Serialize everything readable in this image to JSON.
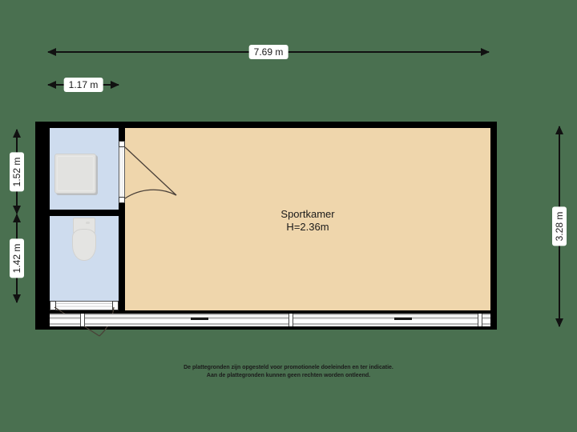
{
  "plan": {
    "background_color": "#4a7050",
    "wall_color": "#000000",
    "main_room_color": "#efd6ac",
    "wet_room_color": "#cedcee",
    "dimension_text_color": "#1a1a1a"
  },
  "dimensions": {
    "overall_width": "7.69 m",
    "bathroom_width": "1.17 m",
    "bathroom_depth": "1.52 m",
    "toilet_depth": "1.42 m",
    "overall_depth": "3.28 m"
  },
  "rooms": [
    {
      "id": "sportkamer",
      "name": "Sportkamer",
      "height_label": "H=2.36m"
    },
    {
      "id": "badkamer",
      "name": "",
      "height_label": ""
    },
    {
      "id": "toilet",
      "name": "",
      "height_label": ""
    }
  ],
  "main_room": {
    "label_line1": "Sportkamer",
    "label_line2": "H=2.36m"
  },
  "fixtures": {
    "shower": "shower-tray-icon",
    "toilet": "toilet-icon"
  },
  "doors": {
    "bathroom_door": "door-swing-icon",
    "toilet_door": "door-swing-icon"
  },
  "windows": {
    "front_glazing": "sliding-glazing-icon"
  },
  "footer": {
    "line1": "De plattegronden zijn opgesteld voor promotionele doeleinden en ter indicatie.",
    "line2": "Aan de plattegronden kunnen geen rechten worden ontleend."
  }
}
